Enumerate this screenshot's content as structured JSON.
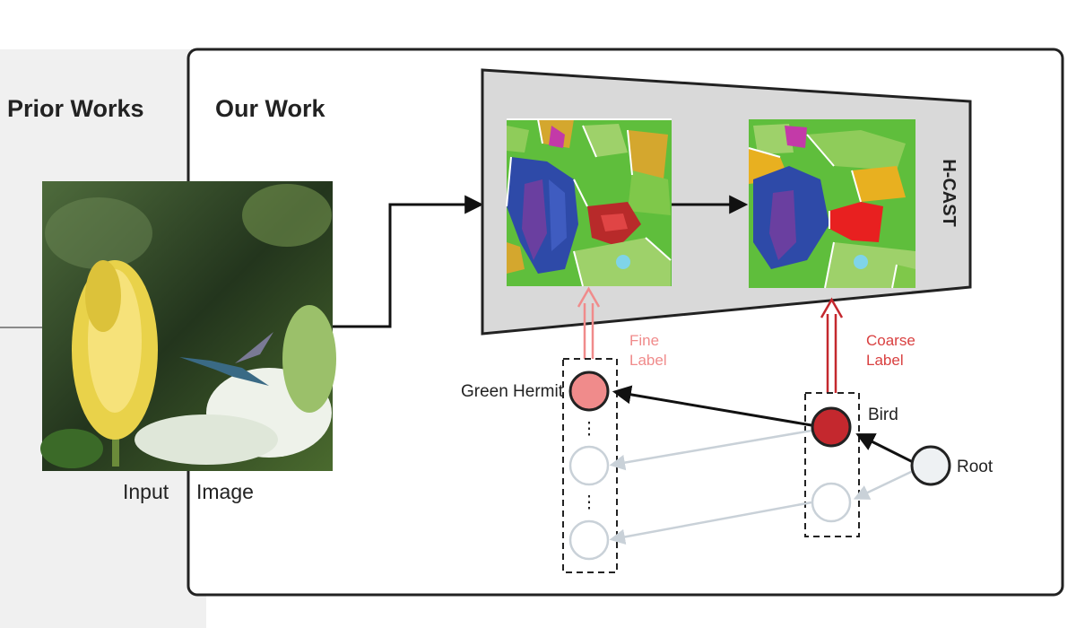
{
  "panels": {
    "prior_title": "Prior Works",
    "our_title": "Our Work"
  },
  "input_caption_1": "Input",
  "input_caption_2": "Image",
  "model_name": "H-CAST",
  "fine_label_line1": "Fine",
  "fine_label_line2": "Label",
  "coarse_label_line1": "Coarse",
  "coarse_label_line2": "Label",
  "nodes": {
    "fine_node": "Green Hermit",
    "coarse_node": "Bird",
    "root_node": "Root"
  },
  "colors": {
    "fine": "#f08b8b",
    "coarse": "#c4282e",
    "inactive": "#c9d1d8",
    "panel_bg": "#f0f0f0",
    "trapezoid": "#d9d9d9"
  }
}
